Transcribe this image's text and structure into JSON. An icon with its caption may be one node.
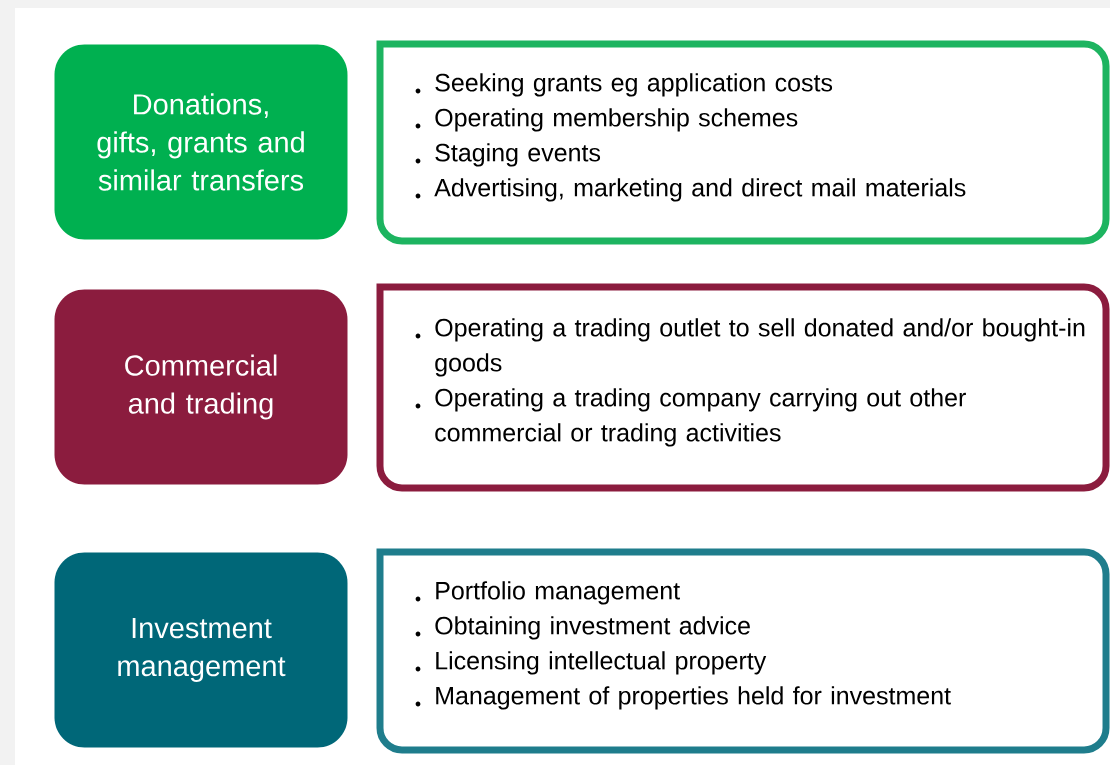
{
  "diagram": {
    "nodes": [
      {
        "text": [
          "Donations, gifts, grants and similar transfers"
        ]
      },
      {
        "text": [
          "Seeking grants eg application costs",
          "Operating membership schemes",
          "Staging events",
          "Advertising, marketing and direct mail materials"
        ]
      },
      {
        "text": [
          "Commercial and trading"
        ]
      },
      {
        "text": [
          "Operating a trading outlet to sell donated and/or bought-in goods",
          "Operating a trading company carrying out other commercial or trading activities"
        ]
      },
      {
        "text": [
          "Investment management"
        ]
      },
      {
        "text": [
          "Portfolio management",
          "Obtaining investment advice",
          "Licensing intellectual property",
          "Management of properties held for investment"
        ]
      }
    ]
  }
}
